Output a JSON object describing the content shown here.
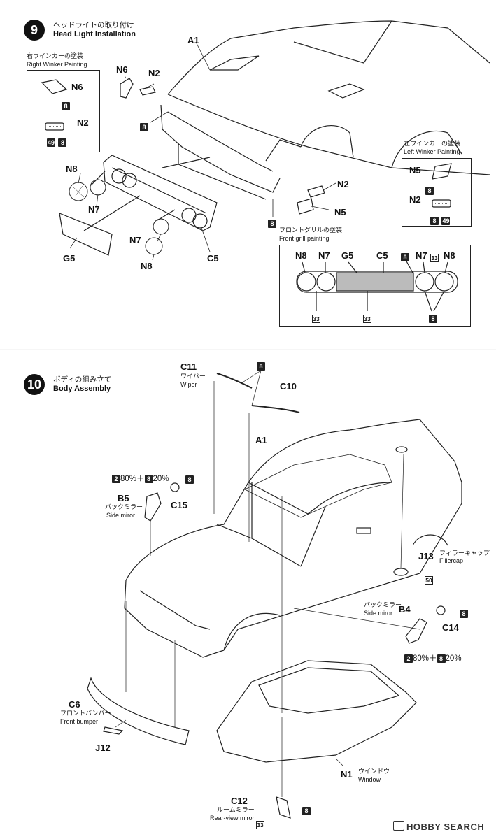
{
  "step9": {
    "number": "9",
    "title_jp": "ヘッドライトの取り付け",
    "title_en": "Head Light Installation",
    "right_box": {
      "title_jp": "右ウインカーの塗装",
      "title_en": "Right Winker Painting"
    },
    "left_box": {
      "title_jp": "左ウインカーの塗装",
      "title_en": "Left Winker Painting"
    },
    "grill_box": {
      "title_jp": "フロントグリルの塗装",
      "title_en": "Front grill painting"
    },
    "labels": {
      "a1": "A1",
      "n6": "N6",
      "n2": "N2",
      "n8": "N8",
      "n7": "N7",
      "g5": "G5",
      "c5": "C5",
      "n5": "N5"
    },
    "colors": {
      "c8": "8",
      "c49": "49",
      "c33": "33"
    }
  },
  "step10": {
    "number": "10",
    "title_jp": "ボディの組み立て",
    "title_en": "Body Assembly",
    "labels": {
      "c11": "C11",
      "c11_jp": "ワイパー",
      "c11_en": "Wiper",
      "c10": "C10",
      "a1": "A1",
      "b5": "B5",
      "b5_jp": "バックミラー",
      "b5_en": "Side miror",
      "c15": "C15",
      "j13": "J13",
      "j13_jp": "フィラーキャップ",
      "j13_en": "Fillercap",
      "b4": "B4",
      "b4_jp": "バックミラー",
      "b4_en": "Side miror",
      "c14": "C14",
      "c6": "C6",
      "c6_jp": "フロントバンパー",
      "c6_en": "Front bumper",
      "j12": "J12",
      "n1": "N1",
      "n1_jp": "ウインドウ",
      "n1_en": "Window",
      "c12": "C12",
      "c12_jp": "ルームミラー",
      "c12_en": "Rear-view miror"
    },
    "mix_a": "80%＋",
    "mix_b": "20%",
    "colors": {
      "c2": "2",
      "c8": "8",
      "c50": "50",
      "c33": "33"
    }
  },
  "watermark": "HOBBY SEARCH"
}
